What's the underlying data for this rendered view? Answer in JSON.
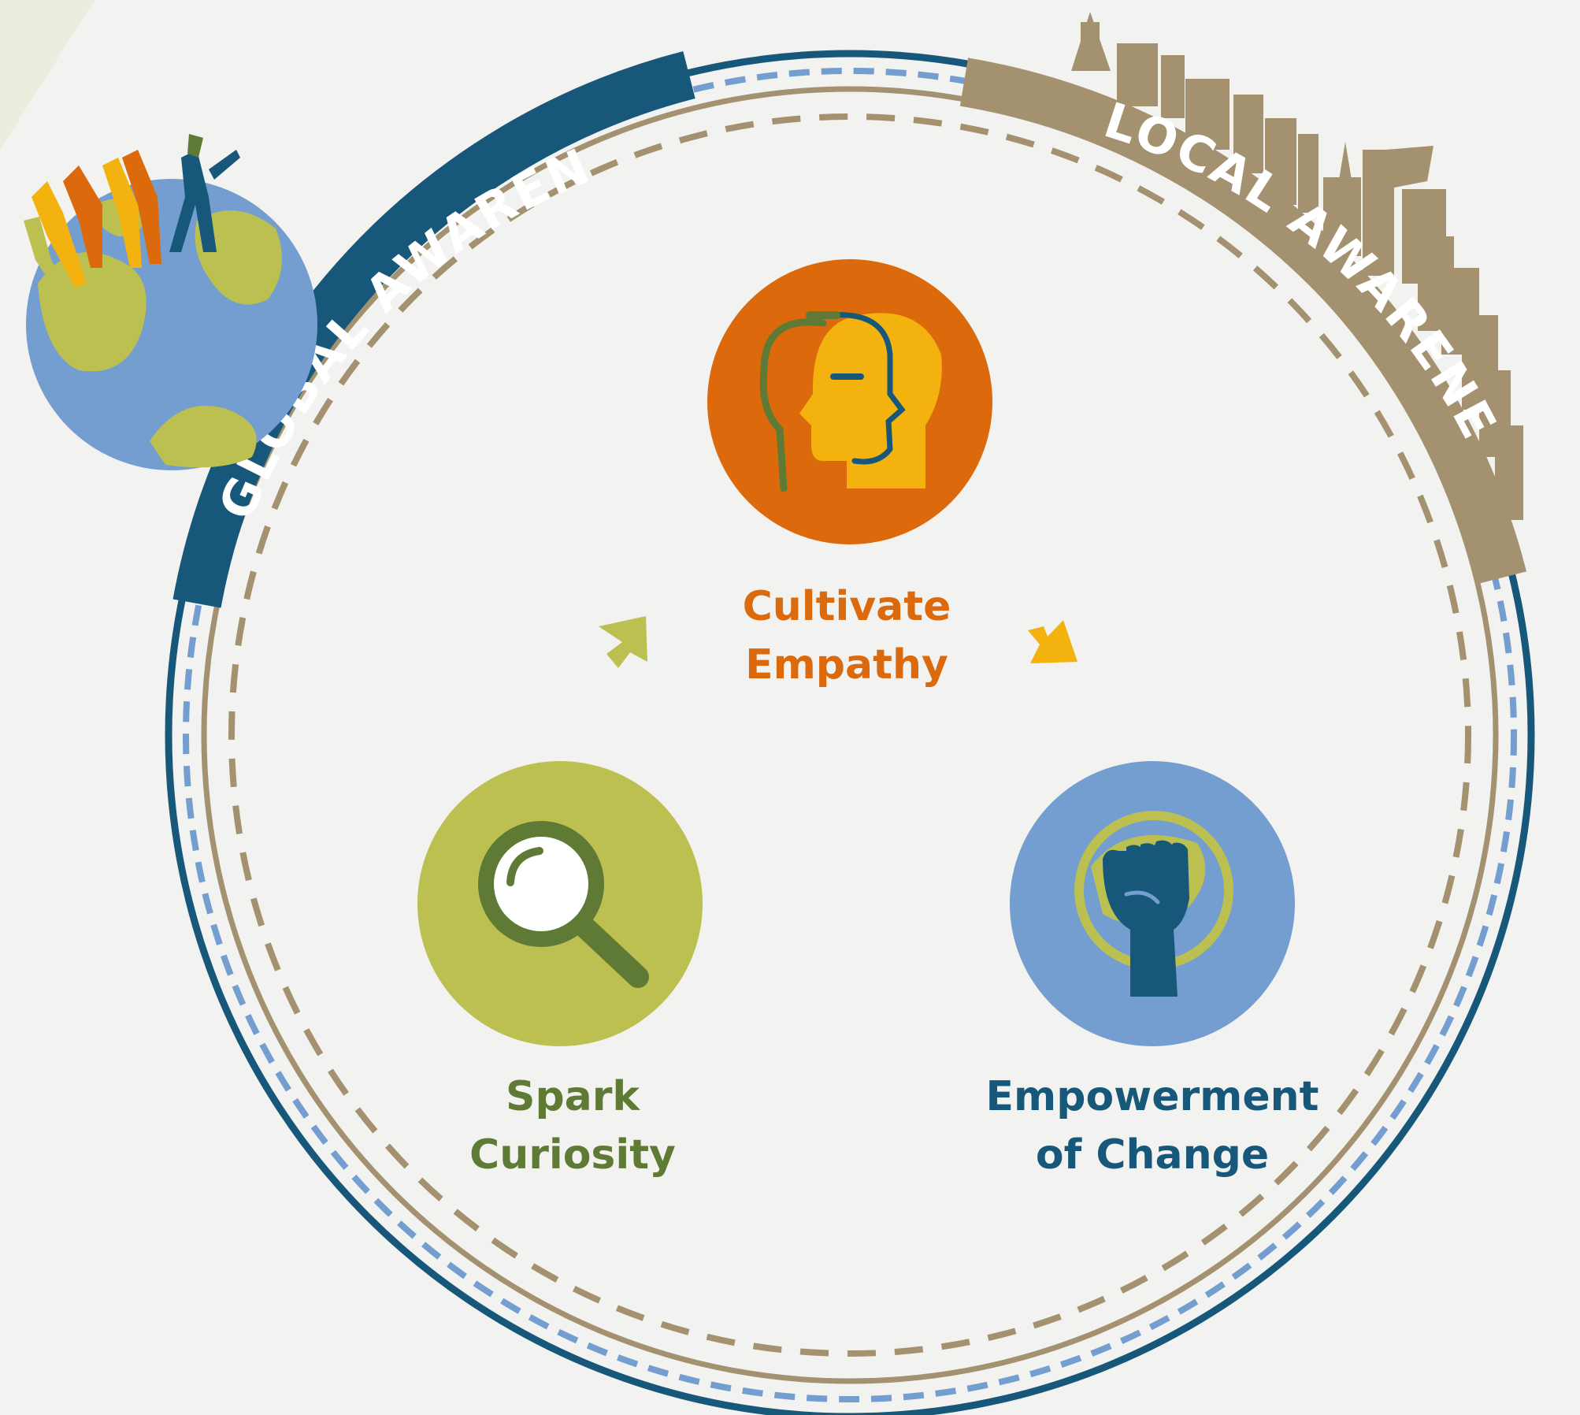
{
  "colors": {
    "background": "#f2f2f0",
    "navy": "#17587a",
    "taupe": "#a3916f",
    "light_blue": "#739ecf",
    "orange": "#dc6a0c",
    "yellow": "#f4b20f",
    "olive": "#bcc050",
    "dark_olive": "#5f7a35",
    "white": "#ffffff"
  },
  "arcs": {
    "global": {
      "label": "GLOBAL AWARENESS",
      "color": "#17587a"
    },
    "local": {
      "label": "LOCAL AWARENESS",
      "color": "#a3916f"
    }
  },
  "nodes": {
    "empathy": {
      "line1": "Cultivate",
      "line2": "Empathy",
      "text_color": "#dc6a0c",
      "circle_color": "#dc6a0c",
      "icon": "head-profile-icon"
    },
    "curiosity": {
      "line1": "Spark",
      "line2": "Curiosity",
      "text_color": "#5f7a35",
      "circle_color": "#bcc050",
      "icon": "magnifying-glass-icon"
    },
    "change": {
      "line1": "Empowerment",
      "line2": "of Change",
      "text_color": "#17587a",
      "circle_color": "#739ecf",
      "icon": "raised-fist-icon"
    }
  },
  "decorations": {
    "globe": "globe-with-people-icon",
    "skyline": "city-skyline-icon",
    "arrows": [
      "green-arrow-icon",
      "yellow-arrow-icon"
    ]
  }
}
